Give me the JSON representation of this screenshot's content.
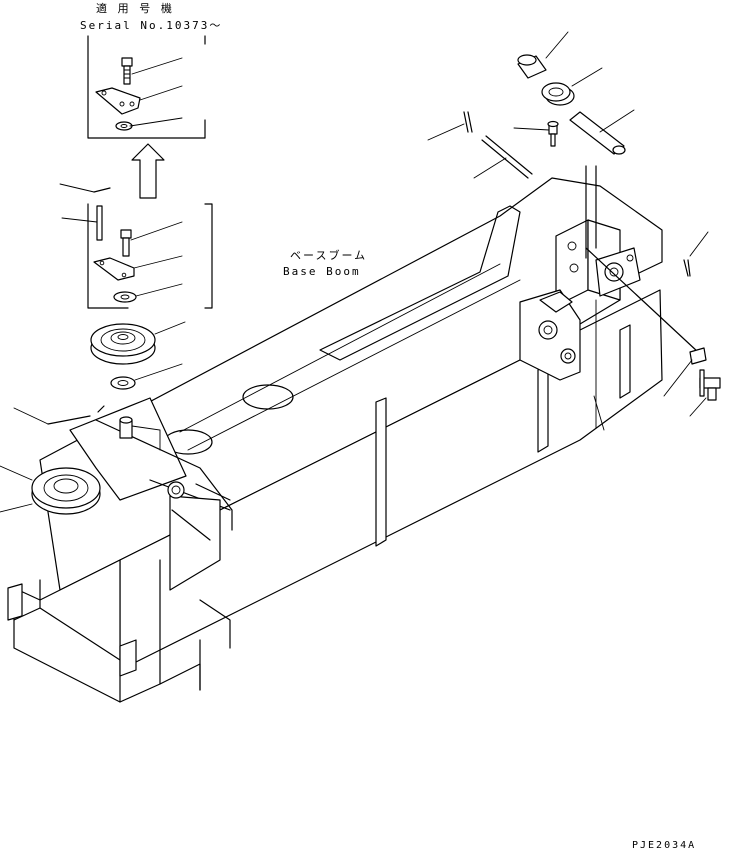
{
  "inset_title_jp": "適 用 号 機",
  "inset_serial": "Serial No.10373～",
  "part_label_jp": "ベースブーム",
  "part_label_en": "Base Boom",
  "drawing_code": "PJE2034A"
}
